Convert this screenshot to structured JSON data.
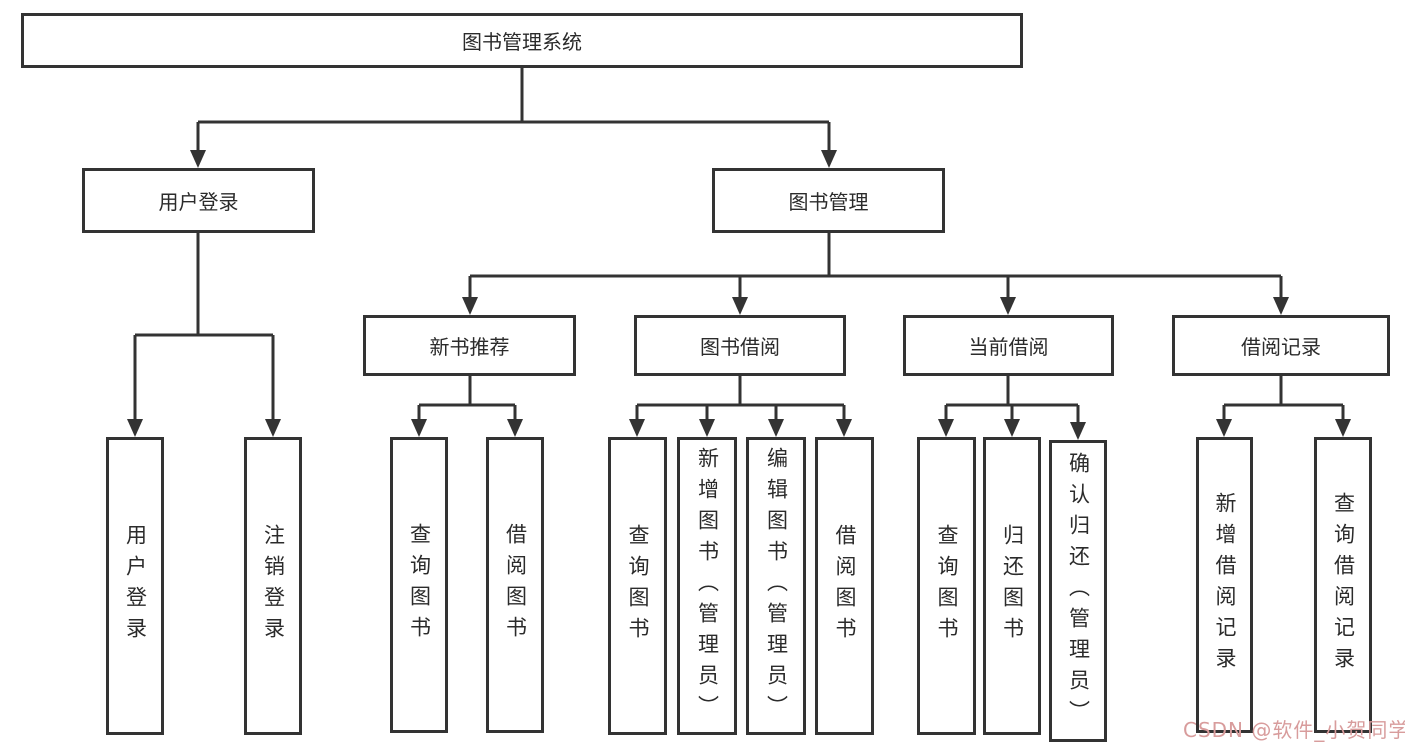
{
  "diagram": {
    "type": "hierarchy-tree",
    "colors": {
      "line": "#333333",
      "box_border": "#333333",
      "box_background": "#ffffff",
      "text": "#2b2b2b",
      "background": "#ffffff",
      "watermark": "#d89c9c"
    },
    "tree": {
      "label": "图书管理系统",
      "children": [
        {
          "label": "用户登录",
          "children": [
            {
              "label": "用户登录"
            },
            {
              "label": "注销登录"
            }
          ]
        },
        {
          "label": "图书管理",
          "children": [
            {
              "label": "新书推荐",
              "children": [
                {
                  "label": "查询图书"
                },
                {
                  "label": "借阅图书"
                }
              ]
            },
            {
              "label": "图书借阅",
              "children": [
                {
                  "label": "查询图书"
                },
                {
                  "label": "新增图书（管理员）"
                },
                {
                  "label": "编辑图书（管理员）"
                },
                {
                  "label": "借阅图书"
                }
              ]
            },
            {
              "label": "当前借阅",
              "children": [
                {
                  "label": "查询图书"
                },
                {
                  "label": "归还图书"
                },
                {
                  "label": "确认归还（管理员）"
                }
              ]
            },
            {
              "label": "借阅记录",
              "children": [
                {
                  "label": "新增借阅记录"
                },
                {
                  "label": "查询借阅记录"
                }
              ]
            }
          ]
        }
      ]
    },
    "watermark": {
      "text": "CSDN @软件_小贺同学"
    }
  }
}
